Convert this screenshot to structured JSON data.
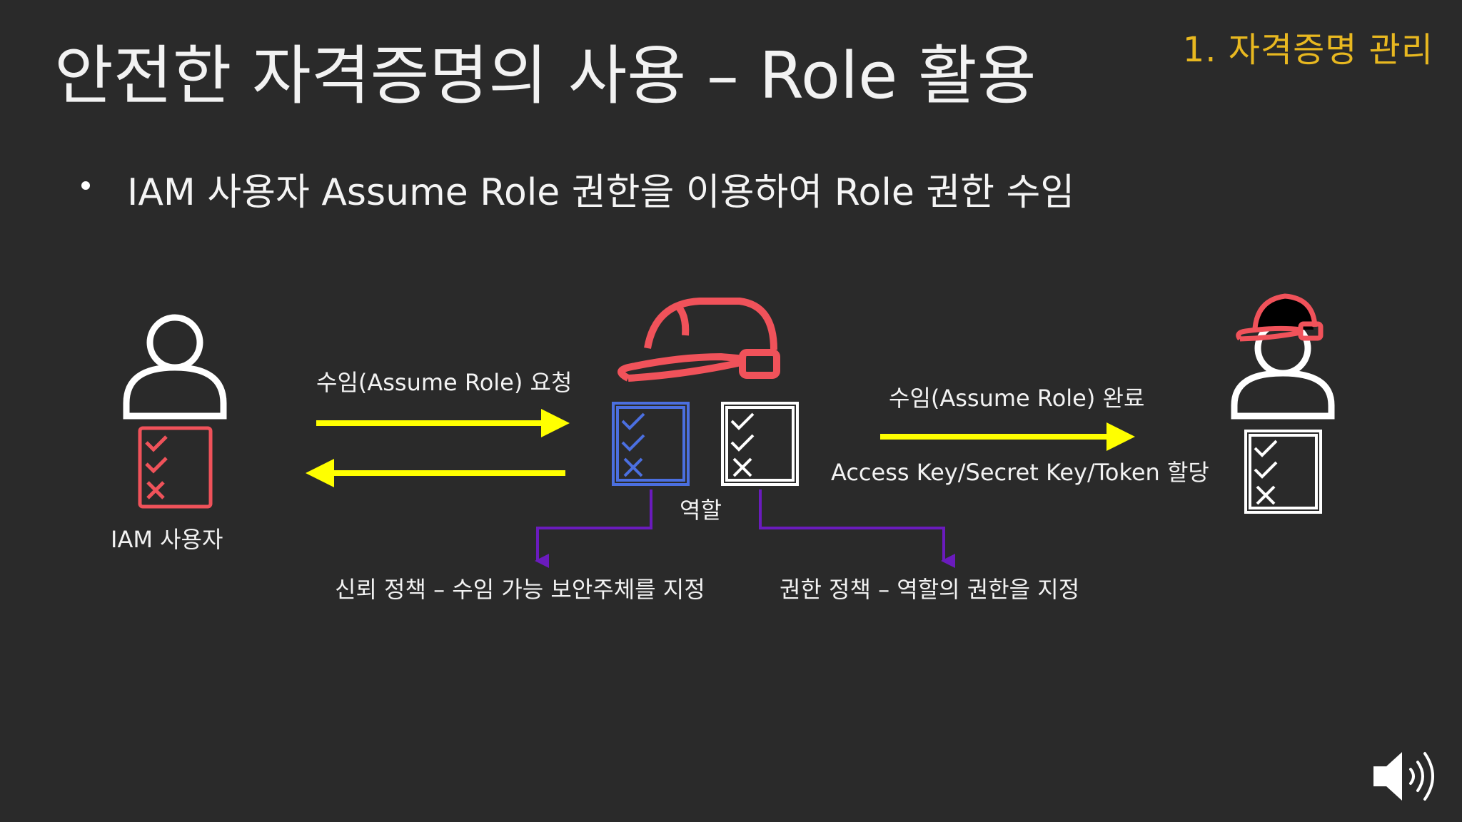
{
  "slide": {
    "title": "안전한 자격증명의 사용 – Role 활용",
    "section_label": "1. 자격증명 관리",
    "bullet": "IAM 사용자 Assume Role 권한을 이용하여 Role 권한 수임"
  },
  "diagram": {
    "user_label": "IAM 사용자",
    "request_label": "수임(Assume Role) 요청",
    "complete_label": "수임(Assume Role) 완료",
    "credentials_label": "Access Key/Secret Key/Token 할당",
    "role_label": "역할",
    "trust_policy_label": "신뢰 정책 – 수임 가능 보안주체를 지정",
    "permission_policy_label": "권한 정책 – 역할의 권한을 지정"
  },
  "icons": {
    "user": "user-icon",
    "user_checklist": "checklist-icon",
    "role_helmet": "hard-hat-icon",
    "trust_policy_doc": "trust-policy-document-icon",
    "permission_policy_doc": "permission-policy-document-icon",
    "assumed_user": "user-with-hard-hat-icon",
    "assumed_checklist": "checklist-icon",
    "speaker": "speaker-icon"
  },
  "colors": {
    "background": "#2a2a2a",
    "accent_yellow": "#ffff00",
    "accent_red": "#f0525a",
    "trust_blue": "#4b6fe0",
    "policy_purple": "#6a1bbd",
    "section_gold": "#e8b820"
  }
}
